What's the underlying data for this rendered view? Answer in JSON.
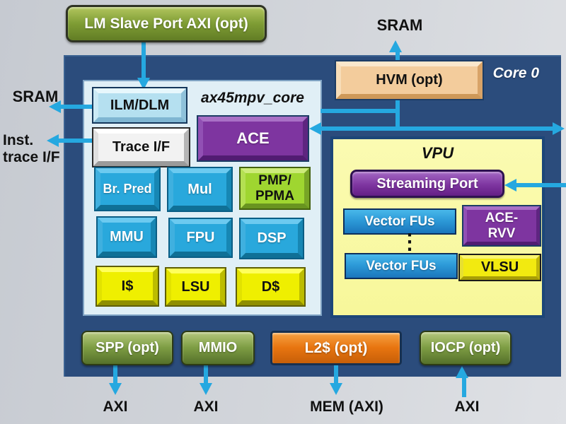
{
  "diagram": {
    "external": {
      "lm_slave_port": "LM Slave Port AXI (opt)",
      "sram_top": "SRAM",
      "sram_left": "SRAM",
      "inst_trace": "Inst.\ntrace I/F",
      "axi_spp": "AXI",
      "axi_mmio": "AXI",
      "mem_axi": "MEM (AXI)",
      "axi_iocp": "AXI"
    },
    "core": {
      "title": "Core 0",
      "hvm": "HVM (opt)",
      "inner": {
        "title": "ax45mpv_core",
        "ilm_dlm": "ILM/DLM",
        "trace_if": "Trace I/F",
        "ace": "ACE",
        "br_pred": "Br. Pred",
        "mul": "Mul",
        "pmp_ppma": "PMP/\nPPMA",
        "mmu": "MMU",
        "fpu": "FPU",
        "dsp": "DSP",
        "icache": "I$",
        "lsu": "LSU",
        "dcache": "D$"
      },
      "vpu": {
        "title": "VPU",
        "streaming_port": "Streaming Port",
        "vector_fus_top": "Vector FUs",
        "ace_rvv": "ACE-\nRVV",
        "ellipsis": "⋮",
        "vector_fus_bottom": "Vector FUs",
        "vlsu": "VLSU"
      },
      "bottom": {
        "spp": "SPP (opt)",
        "mmio": "MMIO",
        "l2_cache": "L2$ (opt)",
        "iocp": "IOCP (opt)"
      }
    },
    "colors": {
      "arrow": "#25A8E0",
      "core_fill": "#2B4C7C",
      "inner_fill": "#E0EFF6",
      "vpu_fill": "#FAFAA8"
    }
  }
}
